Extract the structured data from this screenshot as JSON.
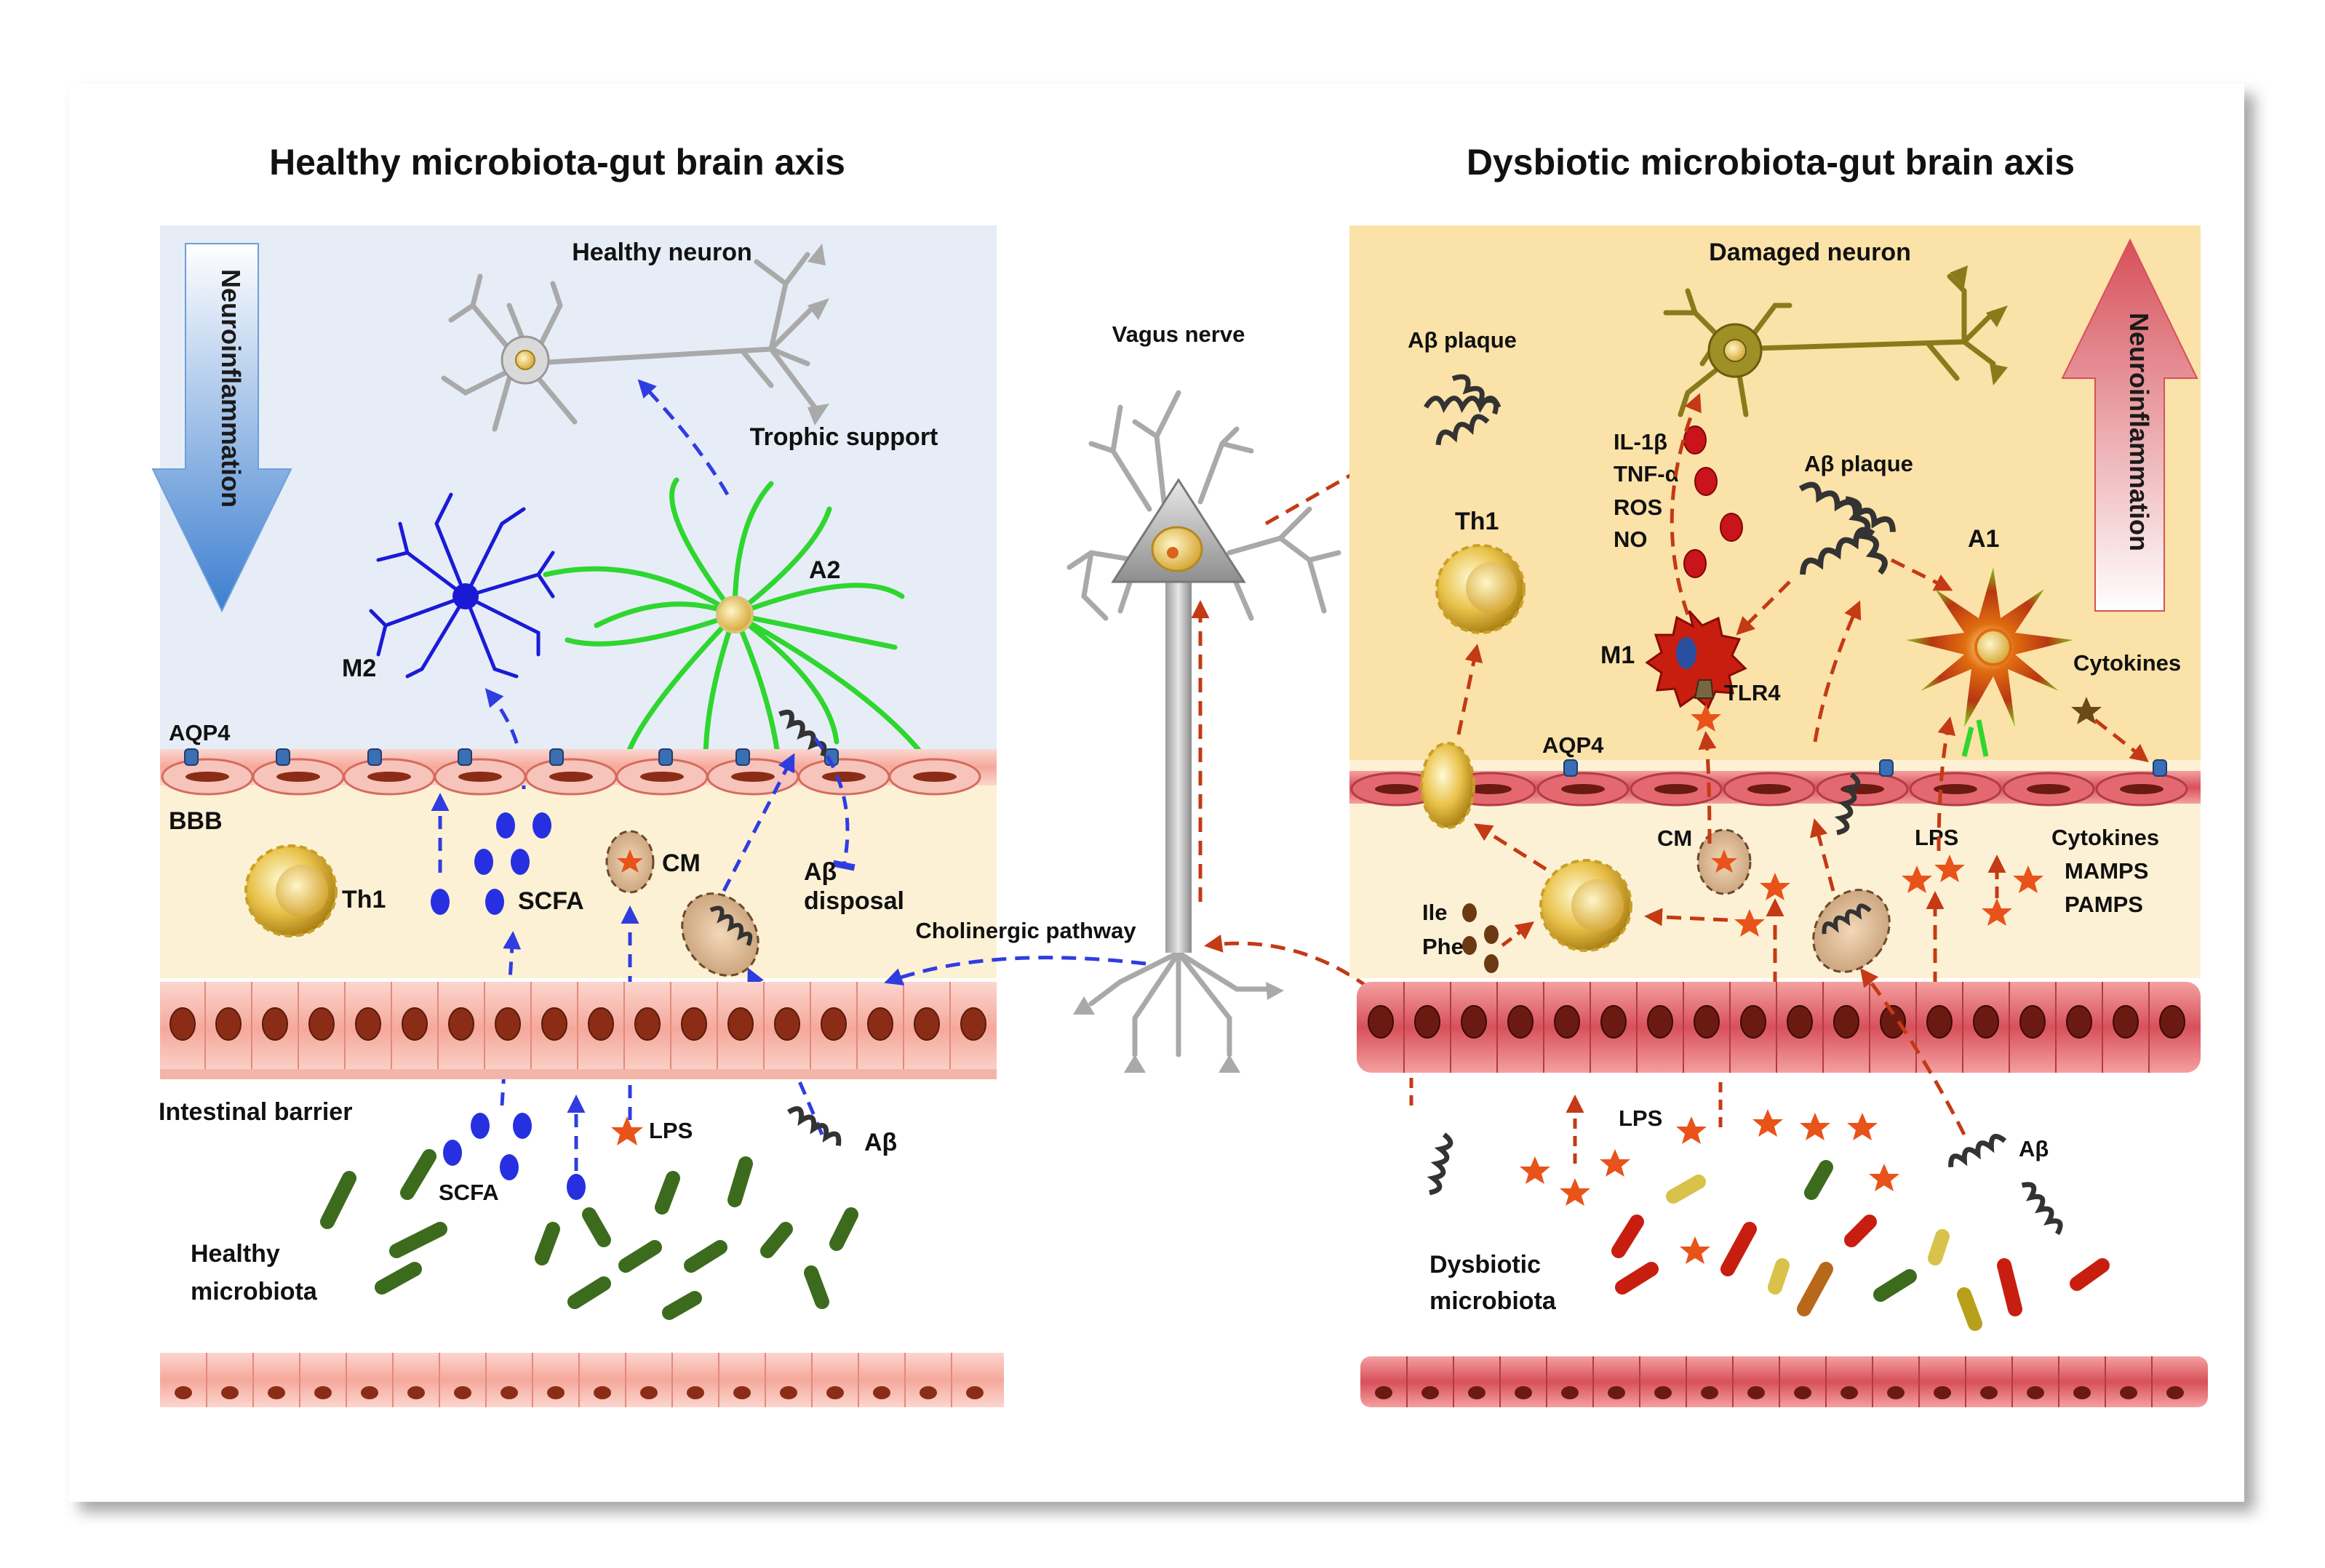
{
  "titles": {
    "healthy": "Healthy microbiota-gut brain axis",
    "dysbiotic": "Dysbiotic microbiota-gut brain axis"
  },
  "healthy": {
    "neuron": "Healthy neuron",
    "neuroinflammation": "Neuroinflammation",
    "trophic_support": "Trophic support",
    "a2": "A2",
    "m2": "M2",
    "aqp4": "AQP4",
    "bbb": "BBB",
    "th1": "Th1",
    "scfa": "SCFA",
    "cm": "CM",
    "abeta_disposal_line1": "Aβ",
    "abeta_disposal_line2": "disposal",
    "intestinal_barrier": "Intestinal barrier",
    "scfa_lumen": "SCFA",
    "lps": "LPS",
    "abeta": "Aβ",
    "microbiota_line1": "Healthy",
    "microbiota_line2": "microbiota"
  },
  "center": {
    "vagus_nerve": "Vagus nerve",
    "cholinergic_pathway": "Cholinergic pathway"
  },
  "dysbiotic": {
    "neuron": "Damaged neuron",
    "neuroinflammation": "Neuroinflammation",
    "abeta_plaque_top": "Aβ plaque",
    "abeta_plaque_mid": "Aβ plaque",
    "th1": "Th1",
    "il1b": "IL-1β",
    "tnfa": "TNF-α",
    "ros": "ROS",
    "no": "NO",
    "a1": "A1",
    "m1": "M1",
    "tlr4": "TLR4",
    "cytokines_top": "Cytokines",
    "aqp4": "AQP4",
    "cm": "CM",
    "lps_upper": "LPS",
    "cytokines": "Cytokines",
    "mamps": "MAMPS",
    "pamps": "PAMPS",
    "ile": "Ile",
    "phe": "Phe",
    "lps_lumen": "LPS",
    "abeta": "Aβ",
    "microbiota_line1": "Dysbiotic",
    "microbiota_line2": "microbiota"
  },
  "colors": {
    "healthy_brain_bg": "#e6edf7",
    "dysbiotic_brain_bg": "#fbe2a8",
    "bbb_bg": "#fdf1d5",
    "blue_arrow": "#2f3de0",
    "red_arrow": "#c33a14",
    "astrocyte_green": "#2fd62f",
    "microglia_blue": "#1a1ad6",
    "bacteria_green": "#3d6b1e",
    "bacteria_red": "#c81e10"
  }
}
